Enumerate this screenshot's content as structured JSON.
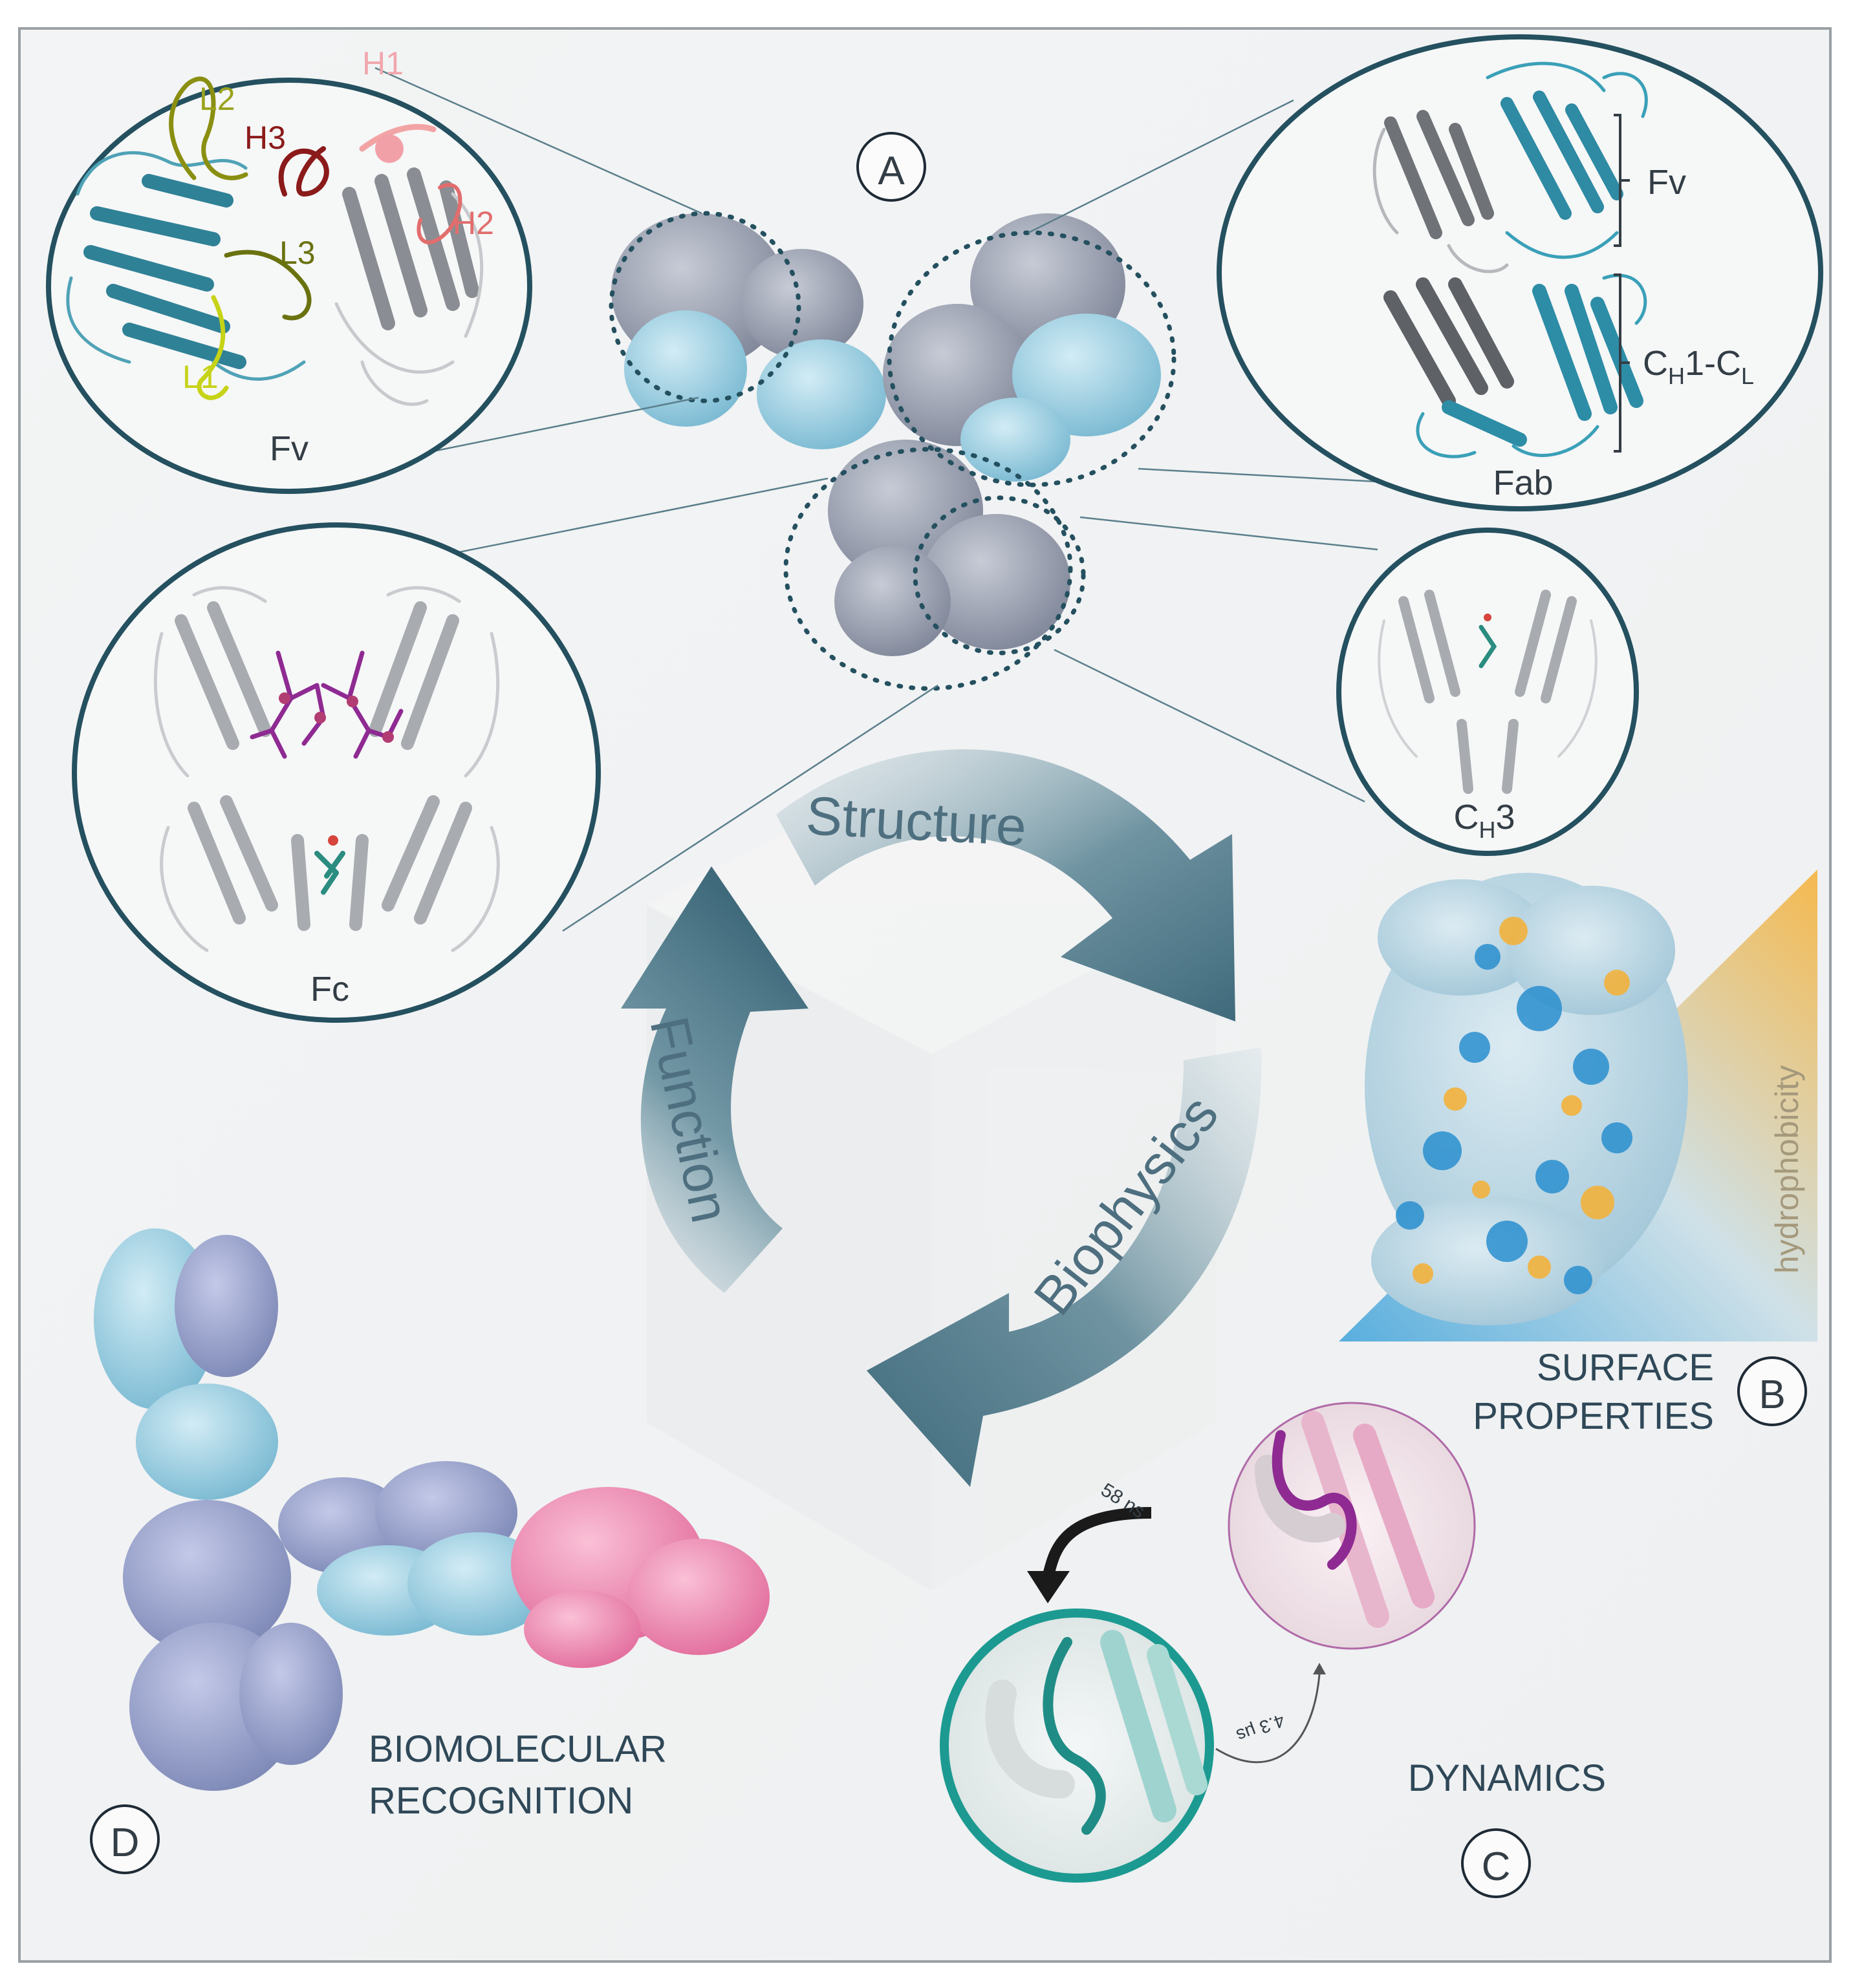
{
  "panel_letters": {
    "a": "A",
    "b": "B",
    "c": "C",
    "d": "D"
  },
  "cycle": {
    "structure": "Structure",
    "biophysics": "Biophysics",
    "function": "Function"
  },
  "fv_zoom": {
    "caption": "Fv",
    "loops": {
      "l1": "L1",
      "l2": "L2",
      "l3": "L3",
      "h1": "H1",
      "h2": "H2",
      "h3": "H3"
    }
  },
  "fab_zoom": {
    "caption": "Fab",
    "bracket_fv": "Fv",
    "bracket_c_main": "C",
    "bracket_c_sub1": "H",
    "bracket_c_mid": "1-C",
    "bracket_c_sub2": "L"
  },
  "fc_zoom": {
    "caption": "Fc"
  },
  "ch3_zoom": {
    "caption_main": "C",
    "caption_sub": "H",
    "caption_tail": "3"
  },
  "surface": {
    "line1": "SURFACE",
    "line2": "PROPERTIES",
    "axis": "hydrophobicity"
  },
  "dynamics": {
    "label": "DYNAMICS",
    "fast": "58 ns",
    "slow": "4.3 μs"
  },
  "recognition": {
    "line1": "BIOMOLECULAR",
    "line2": "RECOGNITION"
  },
  "colors": {
    "teal_dark": "#1e5b6b",
    "teal": "#3a8ea8",
    "surface_blue": "#2a8fcf",
    "surface_orange": "#f2b13c",
    "pink_protein": "#f39cc0",
    "antibody_grey": "#9aa0b2",
    "magenta": "#8e2a92"
  }
}
